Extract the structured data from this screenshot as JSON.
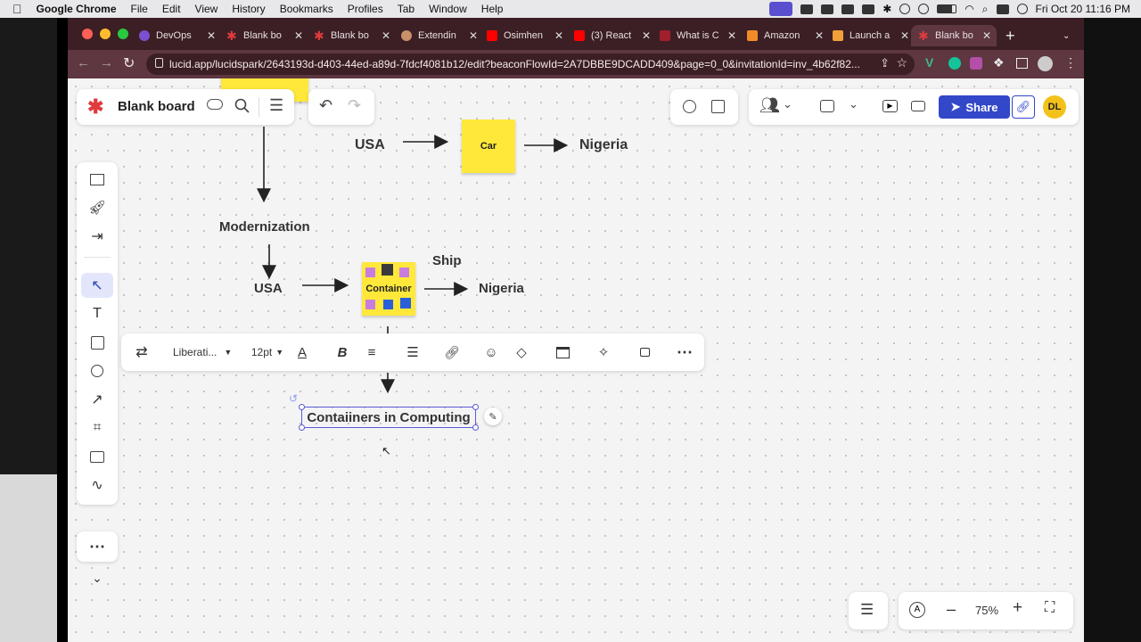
{
  "menubar": {
    "app": "Google Chrome",
    "items": [
      "File",
      "Edit",
      "View",
      "History",
      "Bookmarks",
      "Profiles",
      "Tab",
      "Window",
      "Help"
    ],
    "clock": "Fri Oct 20  11:16 PM"
  },
  "tabs": [
    {
      "label": "DevOps",
      "color": "#7b4fd0"
    },
    {
      "label": "Blank bo",
      "color": "#e03a3e"
    },
    {
      "label": "Blank bo",
      "color": "#e03a3e"
    },
    {
      "label": "Extendin",
      "color": "#c9906a"
    },
    {
      "label": "Osimhen",
      "color": "#ff0000"
    },
    {
      "label": "(3) React",
      "color": "#ff0000"
    },
    {
      "label": "What is C",
      "color": "#a11f2b"
    },
    {
      "label": "Amazon",
      "color": "#f28c28"
    },
    {
      "label": "Launch a",
      "color": "#f2a03a"
    },
    {
      "label": "Blank bo",
      "color": "#e03a3e"
    }
  ],
  "address": {
    "url": "lucid.app/lucidspark/2643193d-d403-44ed-a89d-7fdcf4081b12/edit?beaconFlowId=2A7DBBE9DCADD409&page=0_0&invitationId=inv_4b62f82..."
  },
  "app": {
    "logo": "lucid-asterisk-icon",
    "board_title": "Blank board",
    "share_label": "Share",
    "avatar": "DL",
    "zoom": "75%",
    "brand_color": "#e03a3e",
    "share_color": "#3347c9",
    "sticky_color": "#ffe83a"
  },
  "diagram": {
    "top_usa": "USA",
    "car": "Car",
    "top_nigeria": "Nigeria",
    "modernization": "Modernization",
    "mid_usa": "USA",
    "container": "Container",
    "ship": "Ship",
    "mid_nigeria": "Nigeria",
    "selected_text": "Contaiiners in Computing"
  },
  "format_toolbar": {
    "font": "Liberati...",
    "size": "12pt"
  }
}
